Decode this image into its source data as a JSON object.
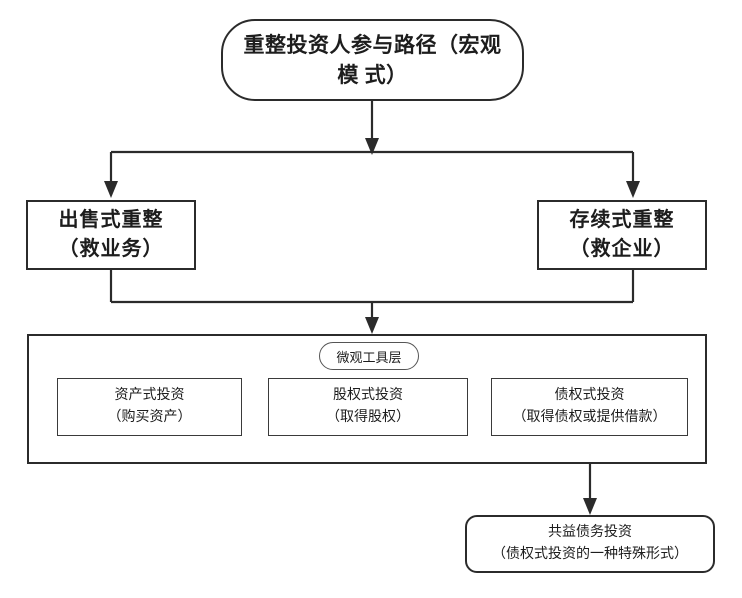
{
  "diagram": {
    "title": "重整投资人参与路径（宏观模式）",
    "root": {
      "id": "root",
      "label": "重整投资人参与路径（宏观模 式）",
      "line1": "重整投资人参与路径（宏观模",
      "line2": "式）"
    },
    "branches": [
      {
        "id": "sale",
        "line1": "出售式重整",
        "line2": "（救业务）"
      },
      {
        "id": "going-concern",
        "line1": "存续式重整",
        "line2": "（救企业）"
      }
    ],
    "tool_layer": {
      "label": "微观工具层",
      "tools": [
        {
          "id": "asset",
          "line1": "资产式投资",
          "line2": "（购买资产）"
        },
        {
          "id": "equity",
          "line1": "股权式投资",
          "line2": "（取得股权）"
        },
        {
          "id": "debt",
          "line1": "债权式投资",
          "line2": "（取得债权或提供借款）"
        }
      ]
    },
    "leaf": {
      "id": "common-benefit-debt",
      "line1": "共益债务投资",
      "line2": "（债权式投资的一种特殊形式）"
    }
  },
  "style": {
    "stroke": "#2b2b2b",
    "text": "#1d1d1d",
    "background": "#ffffff"
  }
}
